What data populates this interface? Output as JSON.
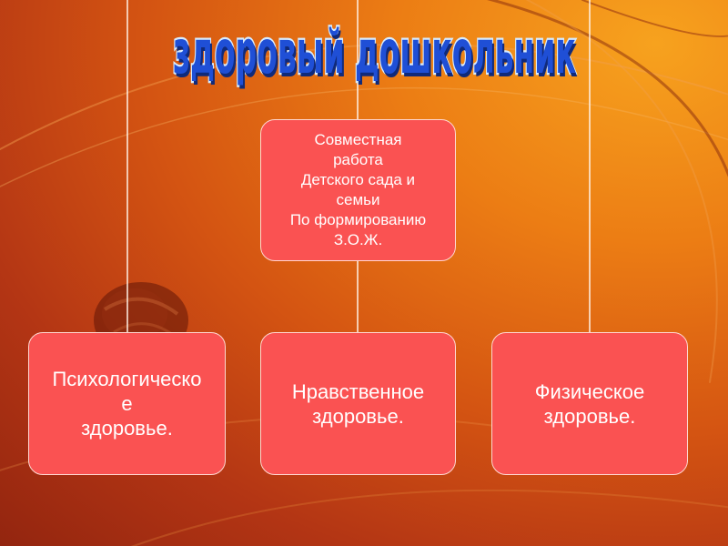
{
  "title": {
    "word_1": "здоровый",
    "word_2": "дошкольник"
  },
  "center_box": {
    "text": "Совместная\nработа\nДетского сада и\nсемьи\nПо формированию\nЗ.О.Ж."
  },
  "bottom_boxes": [
    {
      "text": "Психологическо\nе\nздоровье."
    },
    {
      "text": "Нравственное\nздоровье."
    },
    {
      "text": "Физическое\nздоровье."
    }
  ],
  "colors": {
    "box_fill": "#fa5252",
    "box_border": "#ffd7d0",
    "connector": "#fff1e6",
    "title_fill": "#1f4fd6",
    "title_outline": "#d8ecff"
  }
}
